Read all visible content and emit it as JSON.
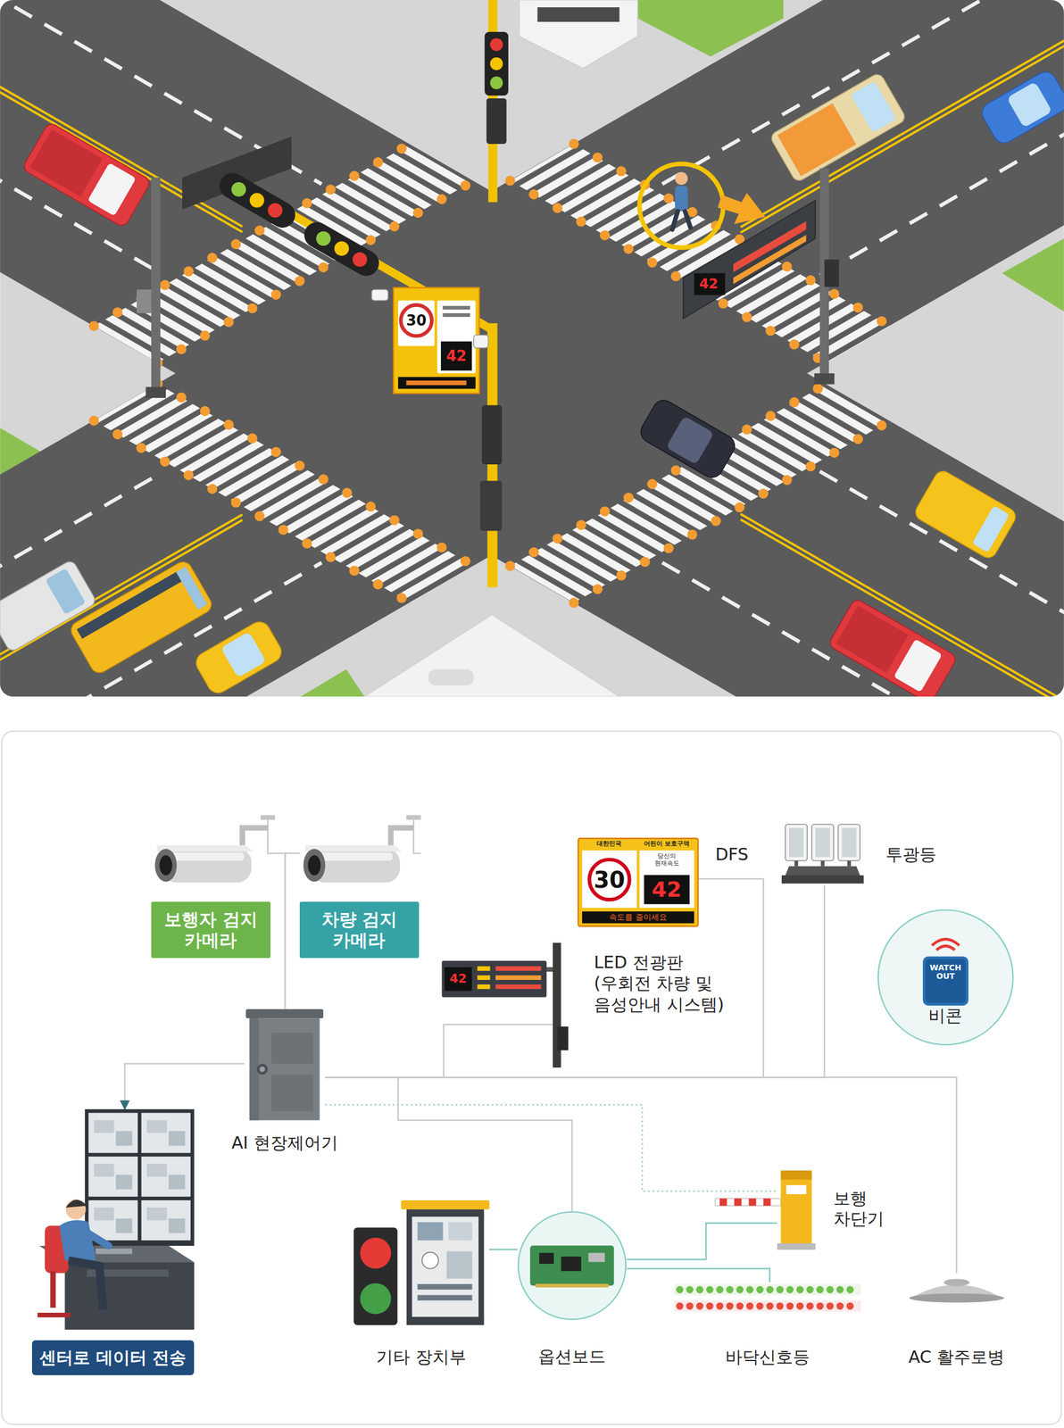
{
  "diagram": {
    "nodes": [
      {
        "text": [
          "보행자 검지 카메라"
        ]
      },
      {
        "text": [
          "차량 검지 카메라"
        ]
      },
      {
        "text": [
          "대한민국",
          "어린이 보호구역",
          "30",
          "당신의 현재속도",
          "42",
          "속도를 줄이세요",
          "DFS"
        ]
      },
      {
        "text": [
          "투광등"
        ]
      },
      {
        "text": [
          "WATCH OUT",
          "비콘"
        ]
      },
      {
        "text": [
          "LED 전광판 (우회전 차량 및 음성안내 시스템)"
        ]
      },
      {
        "text": [
          "AI 현장제어기"
        ]
      },
      {
        "text": [
          "센터로 데이터 전송"
        ]
      },
      {
        "text": [
          "기타 장치부"
        ]
      },
      {
        "text": [
          "옵션보드"
        ]
      },
      {
        "text": [
          "보행 차단기"
        ]
      },
      {
        "text": [
          "바닥신호등"
        ]
      },
      {
        "text": [
          "AC 활주로병"
        ]
      }
    ],
    "edges": [
      {
        "from": 0,
        "to": 6,
        "arrow": "none"
      },
      {
        "from": 1,
        "to": 6,
        "arrow": "none"
      },
      {
        "from": 6,
        "to": 7,
        "arrow": "to"
      },
      {
        "from": 6,
        "to": 5,
        "arrow": "none"
      },
      {
        "from": 6,
        "to": 2,
        "arrow": "none"
      },
      {
        "from": 6,
        "to": 3,
        "arrow": "none"
      },
      {
        "from": 6,
        "to": 12,
        "arrow": "none"
      },
      {
        "from": 6,
        "to": 9,
        "arrow": "none"
      },
      {
        "from": 6,
        "to": 10,
        "arrow": "none"
      },
      {
        "from": 9,
        "to": 8,
        "arrow": "none"
      },
      {
        "from": 9,
        "to": 10,
        "arrow": "none"
      },
      {
        "from": 9,
        "to": 11,
        "arrow": "none"
      }
    ],
    "labels": [
      "30",
      "42",
      "42",
      "42"
    ]
  }
}
